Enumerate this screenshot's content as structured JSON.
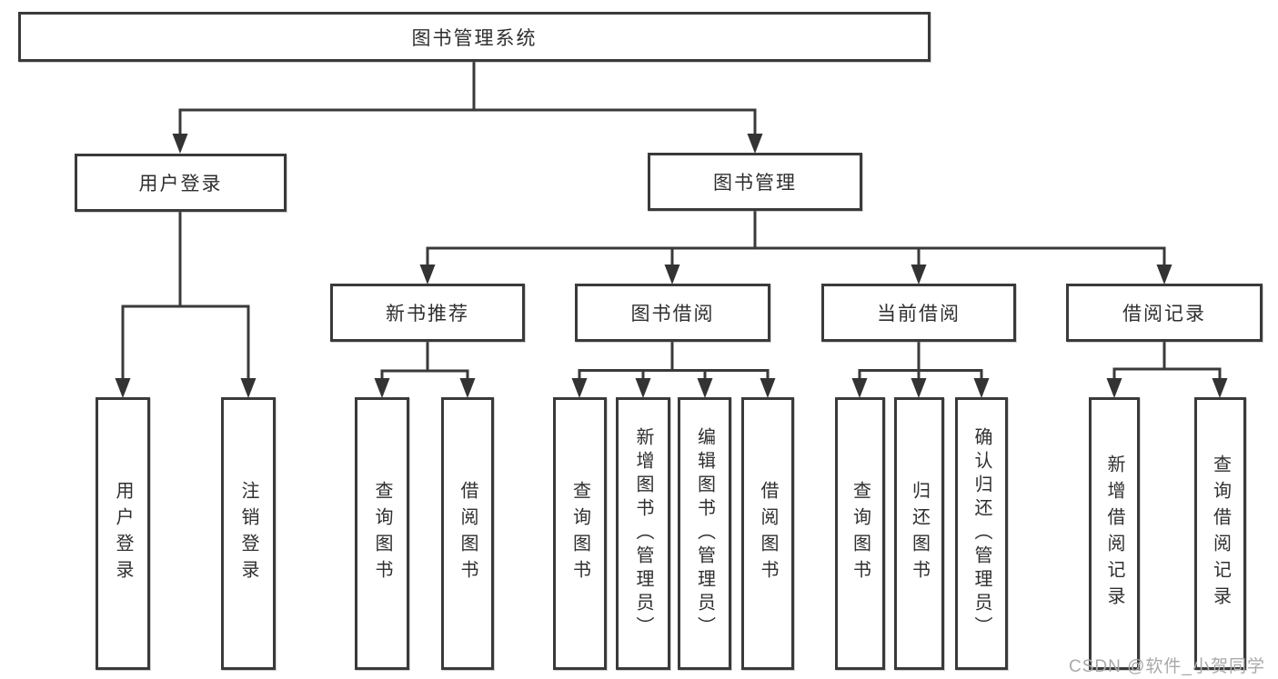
{
  "tree": {
    "root": "图书管理系统",
    "children": [
      {
        "label": "用户登录",
        "children": [
          "用户登录",
          "注销登录"
        ]
      },
      {
        "label": "图书管理",
        "children": [
          {
            "label": "新书推荐",
            "children": [
              "查询图书",
              "借阅图书"
            ]
          },
          {
            "label": "图书借阅",
            "children": [
              "查询图书",
              "新增图书（管理员）",
              "编辑图书（管理员）",
              "借阅图书"
            ]
          },
          {
            "label": "当前借阅",
            "children": [
              "查询图书",
              "归还图书",
              "确认归还（管理员）"
            ]
          },
          {
            "label": "借阅记录",
            "children": [
              "新增借阅记录",
              "查询借阅记录"
            ]
          }
        ]
      }
    ]
  },
  "watermark": "CSDN @软件_小贺同学",
  "colors": {
    "line": "#3a3a3a",
    "box_border": "#3a3a3a",
    "text": "#2f2f2f",
    "watermark": "#a9a9a9",
    "background": "#ffffff"
  }
}
